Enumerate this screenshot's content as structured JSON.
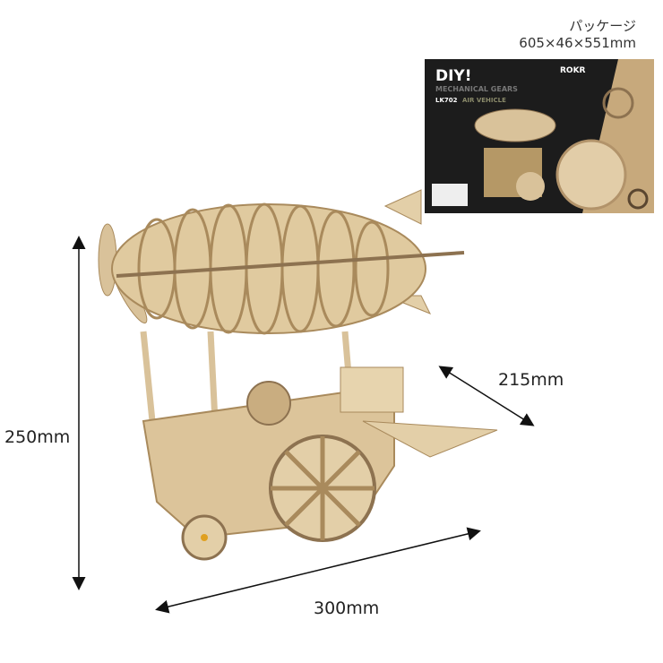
{
  "package": {
    "label": "パッケージ",
    "dimensions": "605×46×551mm",
    "box_text": {
      "headline": "DIY!",
      "subtitle": "MECHANICAL GEARS",
      "model": "LK702",
      "product": "AIR VEHICLE",
      "brand": "ROKR"
    }
  },
  "dimensions": {
    "height": "250mm",
    "depth": "215mm",
    "width": "300mm"
  },
  "colors": {
    "wood": "#d9c29a",
    "wood_dark": "#a98a5c",
    "box_dark": "#1c1c1c",
    "kraft": "#c7a97c",
    "arrow": "#111111"
  }
}
